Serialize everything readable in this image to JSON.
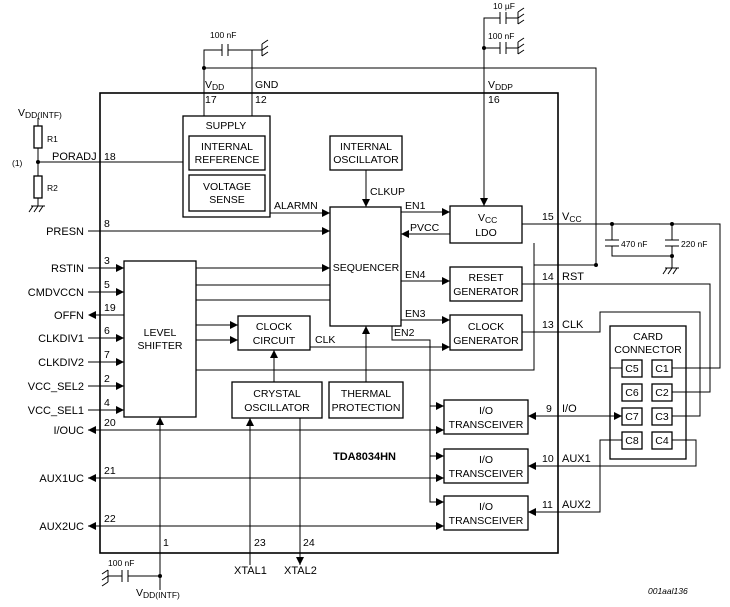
{
  "chip": {
    "part_number": "TDA8034HN"
  },
  "figure_id": "001aal136",
  "blocks": {
    "supply": "SUPPLY",
    "internal_reference": [
      "INTERNAL",
      "REFERENCE"
    ],
    "voltage_sense": [
      "VOLTAGE",
      "SENSE"
    ],
    "internal_oscillator": [
      "INTERNAL",
      "OSCILLATOR"
    ],
    "sequencer": "SEQUENCER",
    "vcc_ldo_line1": "V",
    "vcc_ldo_sub": "CC",
    "vcc_ldo_line2": "LDO",
    "reset_generator": [
      "RESET",
      "GENERATOR"
    ],
    "clock_generator": [
      "CLOCK",
      "GENERATOR"
    ],
    "level_shifter": [
      "LEVEL",
      "SHIFTER"
    ],
    "clock_circuit": [
      "CLOCK",
      "CIRCUIT"
    ],
    "crystal_oscillator": [
      "CRYSTAL",
      "OSCILLATOR"
    ],
    "thermal_protection": [
      "THERMAL",
      "PROTECTION"
    ],
    "io_transceiver": [
      "I/O",
      "TRANSCEIVER"
    ],
    "card_connector": [
      "CARD",
      "CONNECTOR"
    ],
    "card_contacts": [
      "C5",
      "C1",
      "C6",
      "C2",
      "C7",
      "C3",
      "C8",
      "C4"
    ]
  },
  "signals": {
    "alarmn": "ALARMN",
    "clkup": "CLKUP",
    "pvcc": "PVCC",
    "en1": "EN1",
    "en2": "EN2",
    "en3": "EN3",
    "en4": "EN4",
    "clk_internal": "CLK",
    "vdd_main": "V",
    "vdd_main_sub": "DD",
    "gnd": "GND",
    "vddp": "V",
    "vddp_sub": "DDP",
    "vdd_intf_top": "V",
    "vdd_intf_top_sub": "DD(INTF)",
    "vdd_intf_bottom": "V",
    "vdd_intf_bottom_sub": "DD(INTF)",
    "vcc_out": "V",
    "vcc_out_sub": "CC",
    "rst_out": "RST",
    "clk_out": "CLK",
    "io_out": "I/O",
    "aux1_out": "AUX1",
    "aux2_out": "AUX2",
    "xtal1": "XTAL1",
    "xtal2": "XTAL2",
    "r1": "R1",
    "r2": "R2",
    "note_1": "(1)"
  },
  "pins": [
    {
      "number": "8",
      "name": "PRESN"
    },
    {
      "number": "3",
      "name": "RSTIN"
    },
    {
      "number": "5",
      "name": "CMDVCCN"
    },
    {
      "number": "19",
      "name": "OFFN"
    },
    {
      "number": "6",
      "name": "CLKDIV1"
    },
    {
      "number": "7",
      "name": "CLKDIV2"
    },
    {
      "number": "2",
      "name": "VCC_SEL2"
    },
    {
      "number": "4",
      "name": "VCC_SEL1"
    },
    {
      "number": "20",
      "name": "I/OUC"
    },
    {
      "number": "21",
      "name": "AUX1UC"
    },
    {
      "number": "22",
      "name": "AUX2UC"
    },
    {
      "number": "18",
      "name": "PORADJ"
    }
  ],
  "pin_numbers": {
    "vdd": "17",
    "gnd": "12",
    "vddp": "16",
    "vcc": "15",
    "rst": "14",
    "clk": "13",
    "io": "9",
    "aux1": "10",
    "aux2": "11",
    "vdd_intf": "1",
    "xtal1": "23",
    "xtal2": "24"
  },
  "components": {
    "cap_vdd": "100 nF",
    "cap_vddp_1": "10 µF",
    "cap_vddp_2": "100 nF",
    "cap_vcc_1": "470 nF",
    "cap_vcc_2": "220 nF",
    "cap_vdd_intf": "100 nF"
  }
}
